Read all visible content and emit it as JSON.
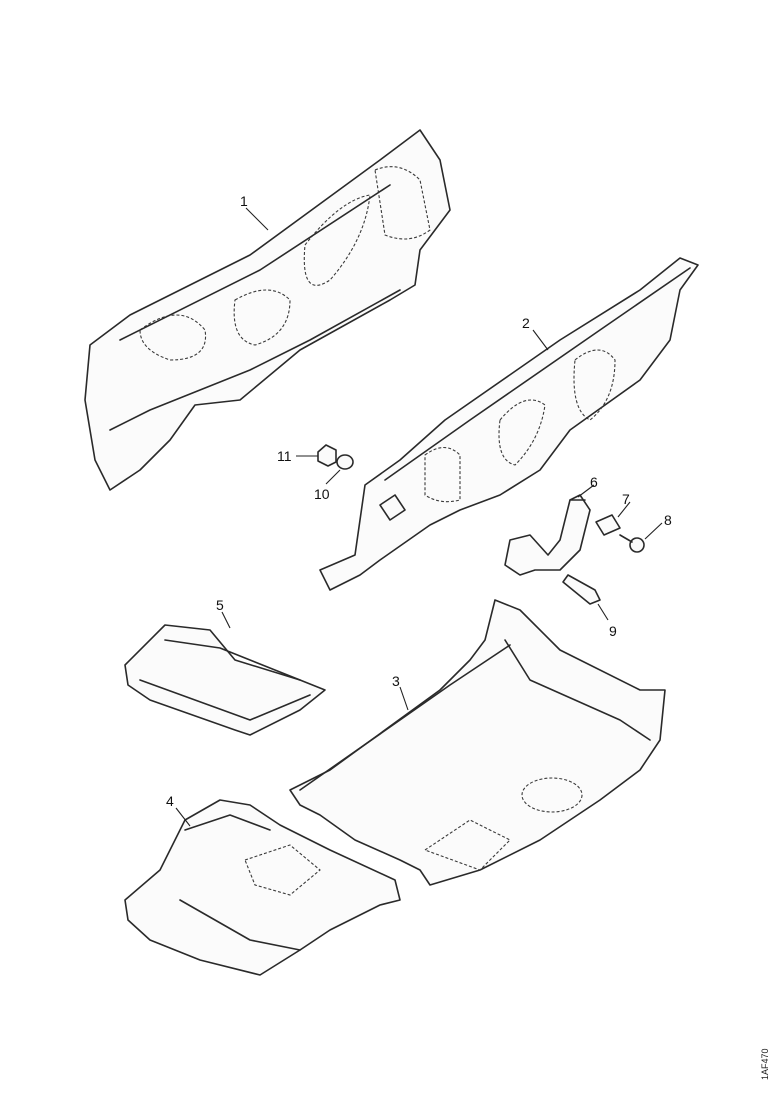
{
  "figure": {
    "reference_code": "1AF470",
    "callouts": {
      "c1": "1",
      "c2": "2",
      "c3": "3",
      "c4": "4",
      "c5": "5",
      "c6": "6",
      "c7": "7",
      "c8": "8",
      "c9": "9",
      "c10": "10",
      "c11": "11"
    }
  }
}
